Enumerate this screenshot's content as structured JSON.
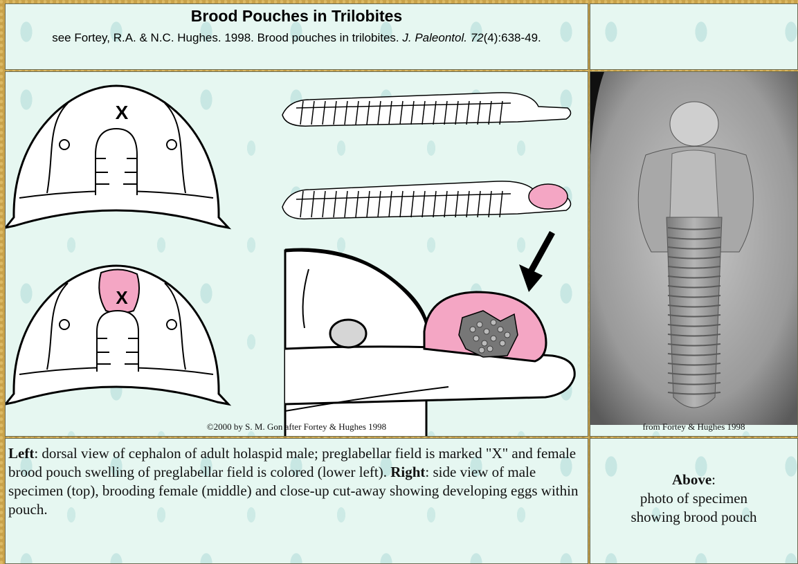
{
  "header": {
    "title": "Brood Pouches in Trilobites",
    "cite_prefix": "see Fortey, R.A. & N.C. Hughes. 1998. Brood pouches in trilobites. ",
    "cite_journal": "J. Paleontol.",
    "cite_volume": "72",
    "cite_rest": "(4):638-49."
  },
  "figure": {
    "marker_upper": "X",
    "marker_lower": "X",
    "credit": "©2000 by S. M. Gon after Fortey & Hughes 1998",
    "pouch_color": "#f4a6c4"
  },
  "photo": {
    "credit": "from Fortey & Hughes 1998"
  },
  "caption": {
    "left_label": "Left",
    "left_text": ": dorsal view of cephalon of adult holaspid male; preglabellar field is marked \"X\" and female brood pouch swelling of preglabellar field is colored (lower left). ",
    "right_label": "Right",
    "right_text": ": side view of male specimen (top), brooding female (middle) and close-up cut-away showing developing eggs within pouch."
  },
  "above": {
    "label": "Above",
    "suffix": ":",
    "line2": "photo of specimen",
    "line3": "showing brood pouch"
  }
}
